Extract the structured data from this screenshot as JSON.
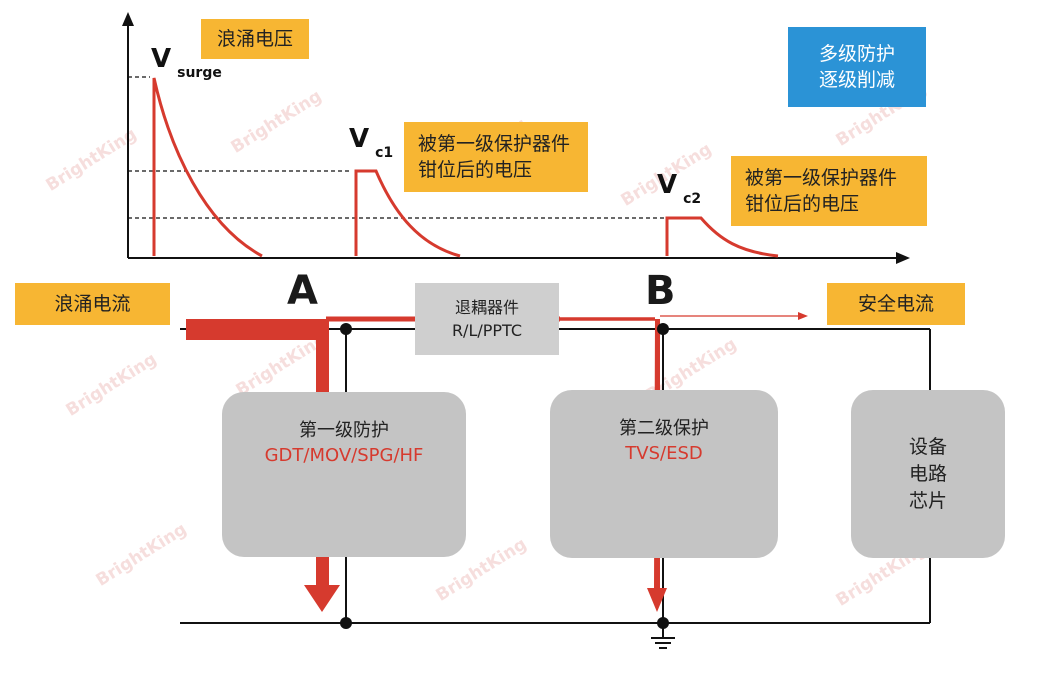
{
  "waveform": {
    "label_surge_voltage": "浪涌电压",
    "v_surge": {
      "symbol": "V",
      "subscript": "surge"
    },
    "v_c1": {
      "symbol": "V",
      "subscript": "c1"
    },
    "v_c2": {
      "symbol": "V",
      "subscript": "c2"
    },
    "label_clamped_1": [
      "被第一级保护器件",
      "钳位后的电压"
    ],
    "label_clamped_2": [
      "被第一级保护器件",
      "钳位后的电压"
    ]
  },
  "badge_multistage": [
    "多级防护",
    "逐级削减"
  ],
  "circuit": {
    "surge_current": "浪涌电流",
    "safe_current": "安全电流",
    "node_a": "A",
    "node_b": "B",
    "decoupler": [
      "退耦器件",
      "R/L/PPTC"
    ],
    "stage1": {
      "title": "第一级防护",
      "devices": "GDT/MOV/SPG/HF"
    },
    "stage2": {
      "title": "第二级保护",
      "devices": "TVS/ESD"
    },
    "device_box": [
      "设备",
      "电路",
      "芯片"
    ]
  },
  "watermark": "BrightKing",
  "colors": {
    "accent_red": "#d63a2e",
    "label_yellow": "#f7b633",
    "badge_blue": "#2b93d6",
    "box_gray": "#c4c4c4"
  }
}
